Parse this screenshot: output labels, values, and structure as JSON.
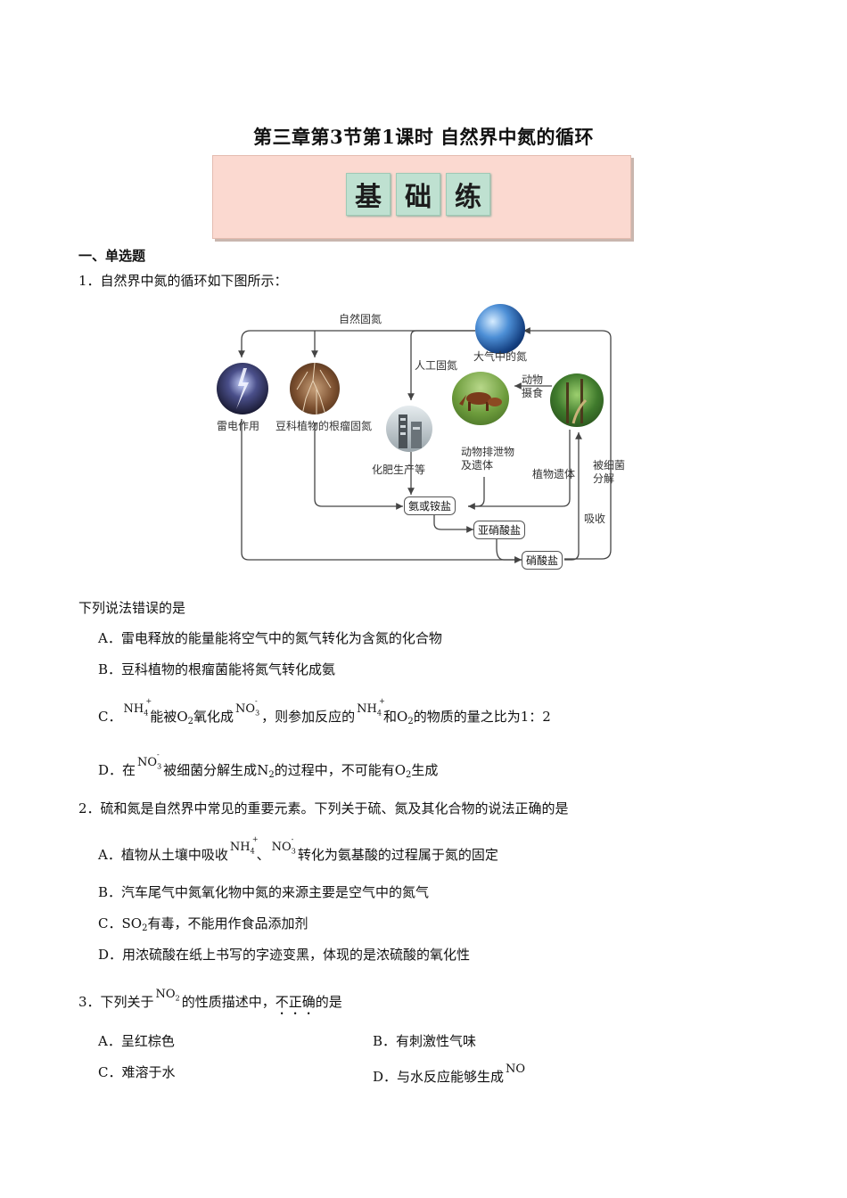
{
  "title": "第三章第3节第1课时  自然界中氮的循环",
  "banner": [
    "基",
    "础",
    "练"
  ],
  "section": "一、单选题",
  "q1": {
    "stem": "1．自然界中氮的循环如下图所示：",
    "question": "下列说法错误的是",
    "A": "A．雷电释放的能量能将空气中的氮气转化为含氮的化合物",
    "B": "B．豆科植物的根瘤菌能将氮气转化成氨",
    "C_pre": "C．",
    "C_t1": "能被",
    "C_o": "O",
    "C_t2": "氧化成",
    "C_t3": "，则参加反应的",
    "C_t4": "和",
    "C_t5": "的物质的量之比为1：2",
    "D_pre": "D．在",
    "D_t1": "被细菌分解生成",
    "D_n": "N",
    "D_t2": "的过程中，不可能有",
    "D_t3": "生成"
  },
  "diagram": {
    "top_label": "自然固氮",
    "atmosphere": "大气中的氮",
    "artificial": "人工固氮",
    "lightning": "雷电作用",
    "legume": "豆科植物的根瘤固氮",
    "factory": "化肥生产等",
    "animal_eat": "动物\n摄食",
    "animal_waste": "动物排泄物\n及遗体",
    "plant_remains": "植物遗体",
    "bacteria": "被细菌\n分解",
    "absorb": "吸收",
    "ammonia": "氨或铵盐",
    "nitrite": "亚硝酸盐",
    "nitrate": "硝酸盐"
  },
  "chem": {
    "nh4": "NH",
    "nh4_sub": "4",
    "nh4_sup": "+",
    "no3": "NO",
    "no3_sub": "3",
    "no3_sup": "-",
    "no2": "NO",
    "no2_sub": "2",
    "no": "NO",
    "two": "2"
  },
  "q2": {
    "stem": "2．硫和氮是自然界中常见的重要元素。下列关于硫、氮及其化合物的说法正确的是",
    "A_pre": "A．植物从土壤中吸收",
    "A_sep": "、",
    "A_post": "转化为氨基酸的过程属于氮的固定",
    "B": "B．汽车尾气中氮氧化物中氮的来源主要是空气中的氮气",
    "C_pre": "C．SO",
    "C_post": "有毒，不能用作食品添加剂",
    "D": "D．用浓硫酸在纸上书写的字迹变黑，体现的是浓硫酸的氧化性"
  },
  "q3": {
    "stem_pre": "3．下列关于",
    "stem_mid": "的性质描述中，",
    "stem_emph": "不正确",
    "stem_post": "的是",
    "A": "A．呈红棕色",
    "B": "B．有刺激性气味",
    "C": "C．难溶于水",
    "D": "D．与水反应能够生成"
  }
}
